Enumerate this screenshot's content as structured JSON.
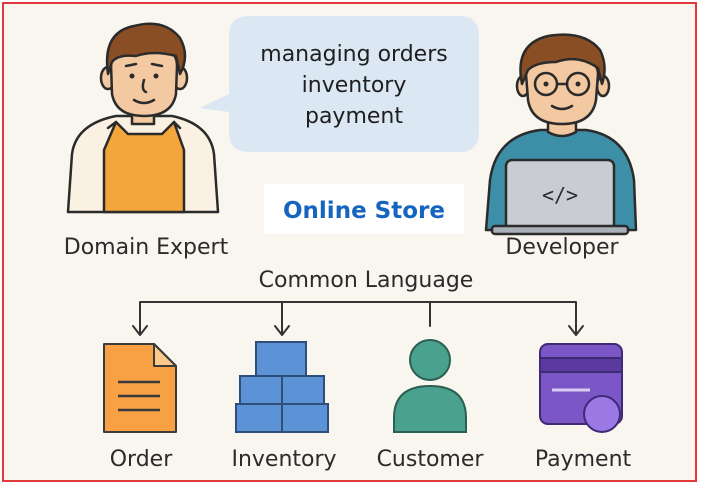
{
  "bubble": {
    "lines": [
      "managing orders",
      "inventory",
      "payment"
    ]
  },
  "title": "Online Store",
  "roles": {
    "left": "Domain Expert",
    "right": "Developer"
  },
  "common_language": "Common Language",
  "concepts": [
    {
      "label": "Order",
      "icon": "document-icon"
    },
    {
      "label": "Inventory",
      "icon": "boxes-icon"
    },
    {
      "label": "Customer",
      "icon": "person-icon"
    },
    {
      "label": "Payment",
      "icon": "credit-card-icon"
    }
  ],
  "laptop_symbol": "</>",
  "colors": {
    "frame": "#e23a3a",
    "background": "#f9f5ef",
    "bubble": "#dbe7f3",
    "title": "#1565c0",
    "apron": "#f4a63c",
    "order": "#f7a044",
    "inventory": "#5b93d6",
    "customer": "#4aa28e",
    "payment": "#7a56c7"
  }
}
